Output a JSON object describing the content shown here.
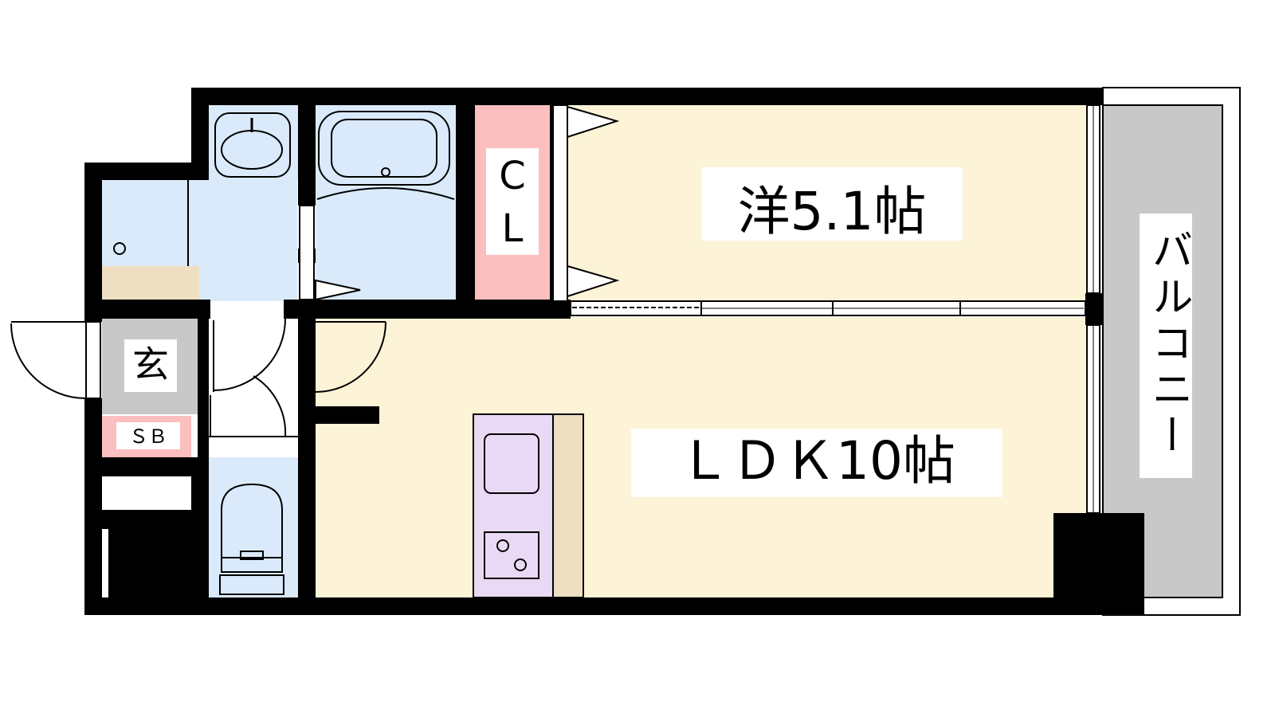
{
  "rooms": {
    "western_room": "洋5.1帖",
    "ldk": "ＬＤＫ10帖",
    "closet_line1": "C",
    "closet_line2": "L",
    "entrance": "玄",
    "shoe_box": "ＳＢ",
    "balcony": "バルコニー"
  },
  "colors": {
    "wall": "#000000",
    "room_floor": "#fdf3d6",
    "wet_area": "#daeafb",
    "closet": "#fbbfbf",
    "shoe_box": "#fbbfbf",
    "entrance_floor": "#c8c8c8",
    "balcony": "#c8c8c8",
    "kitchen": "#ead9f4",
    "counter": "#eedfc2"
  }
}
